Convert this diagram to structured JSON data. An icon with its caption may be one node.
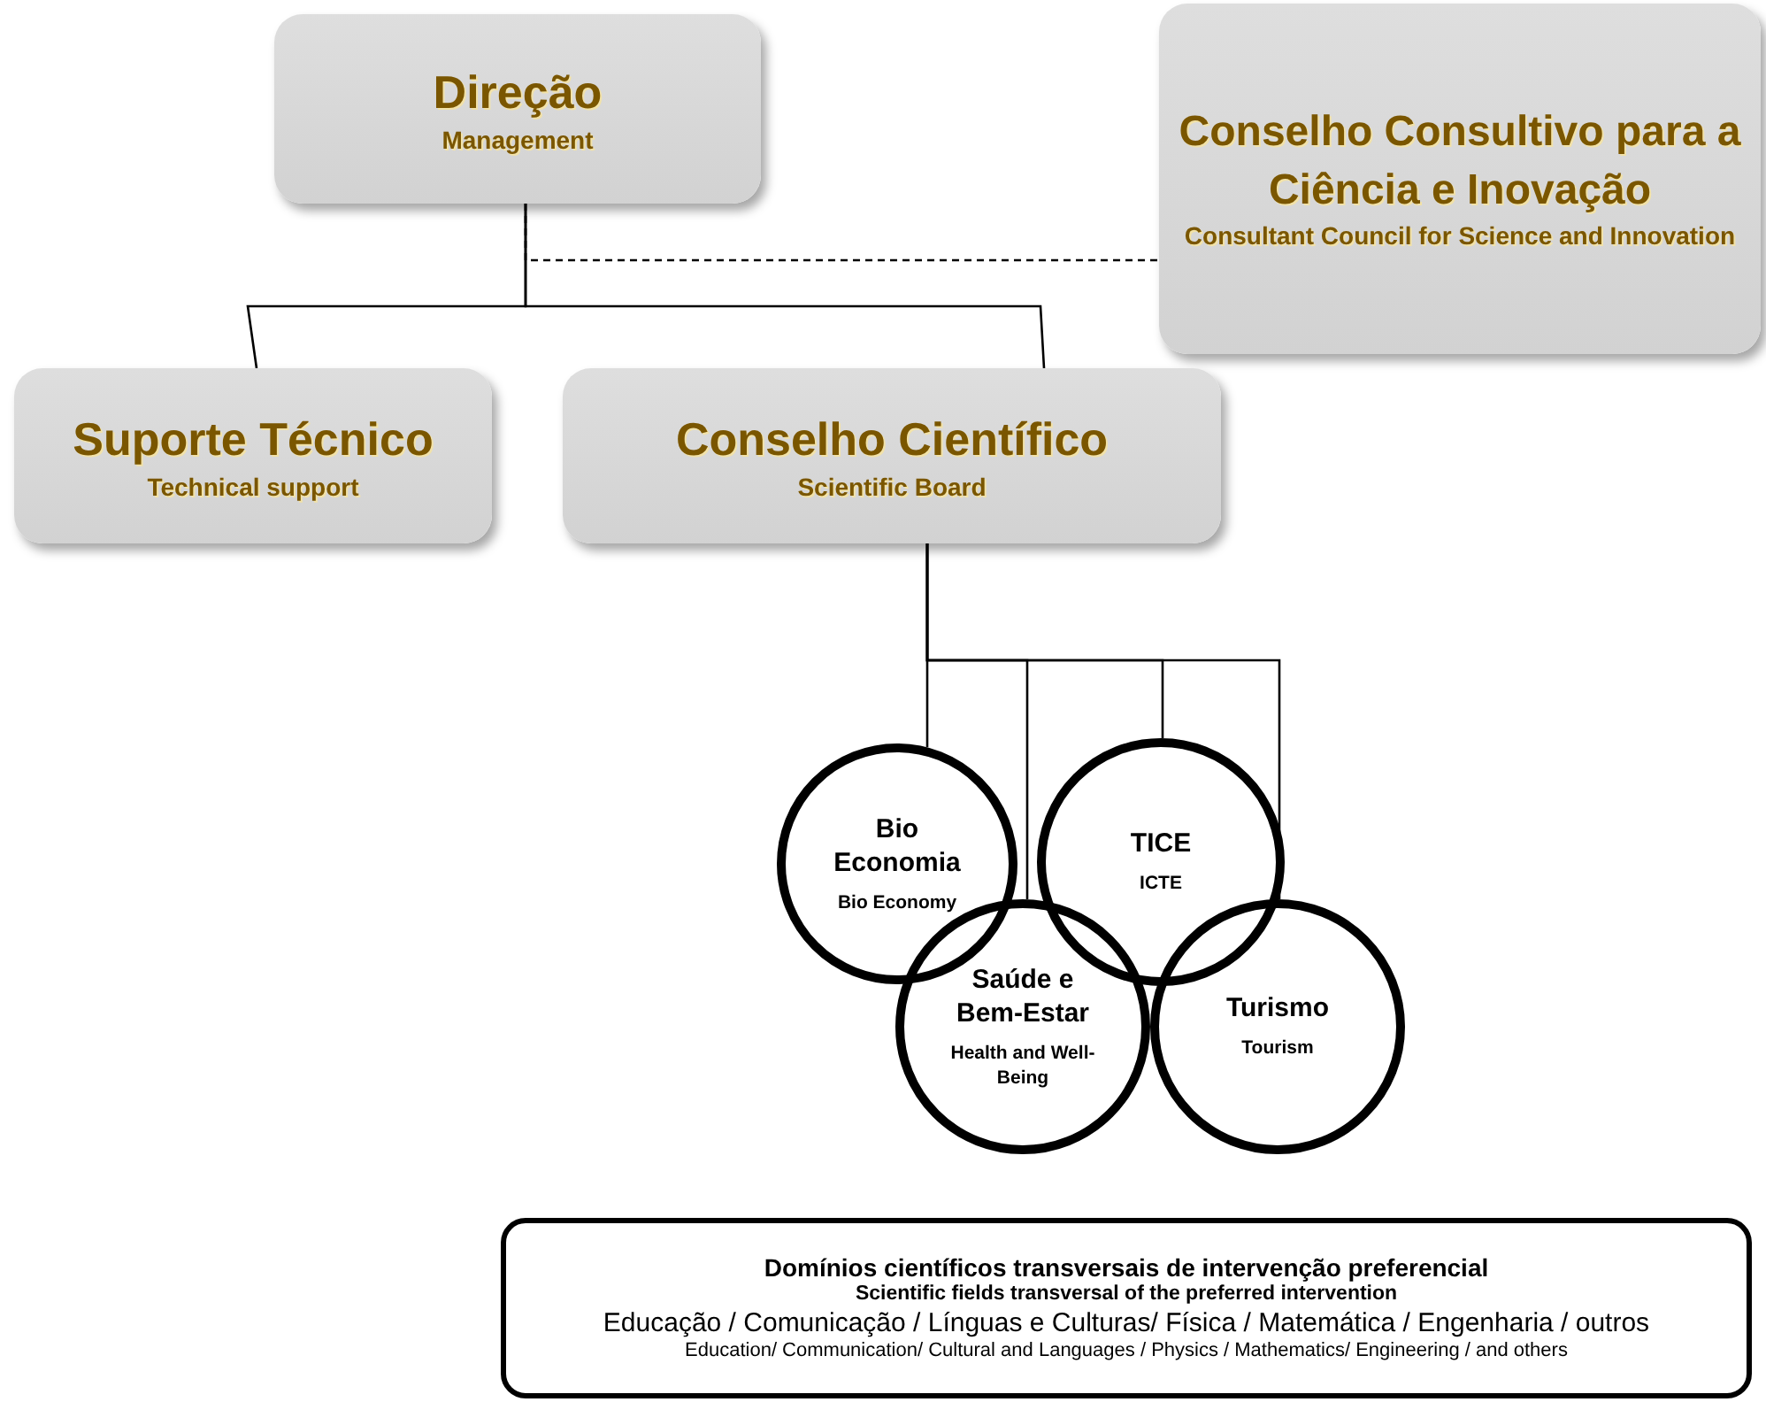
{
  "diagram": {
    "nodes": [
      {
        "text": [
          "Direção",
          "Management"
        ]
      },
      {
        "text": [
          "Conselho Consultivo para a Ciência e Inovação",
          "Consultant Council for Science and Innovation"
        ]
      },
      {
        "text": [
          "Suporte Técnico",
          "Technical support"
        ]
      },
      {
        "text": [
          "Conselho Científico",
          "Scientific Board"
        ]
      },
      {
        "text": [
          "Bio Economia",
          "Bio Economy"
        ]
      },
      {
        "text": [
          "TICE",
          "ICTE"
        ]
      },
      {
        "text": [
          "Saúde e Bem-Estar",
          "Health and Well-Being"
        ]
      },
      {
        "text": [
          "Turismo",
          "Tourism"
        ]
      },
      {
        "text": [
          "Domínios científicos transversais de intervenção preferencial",
          "Scientific fields transversal of the preferred intervention",
          "Educação / Comunicação / Línguas e Culturas/ Física / Matemática / Engenharia / outros",
          "Education/ Communication/ Cultural and Languages / Physics / Mathematics/ Engineering / and others"
        ]
      }
    ],
    "edges": [
      {
        "from": 0,
        "to": 1,
        "arrow": "none",
        "style": "dashed"
      },
      {
        "from": 0,
        "to": 2,
        "arrow": "none"
      },
      {
        "from": 0,
        "to": 3,
        "arrow": "none"
      },
      {
        "from": 3,
        "to": 4,
        "arrow": "none"
      },
      {
        "from": 3,
        "to": 6,
        "arrow": "none"
      },
      {
        "from": 3,
        "to": 5,
        "arrow": "none"
      },
      {
        "from": 3,
        "to": 7,
        "arrow": "none"
      }
    ]
  }
}
